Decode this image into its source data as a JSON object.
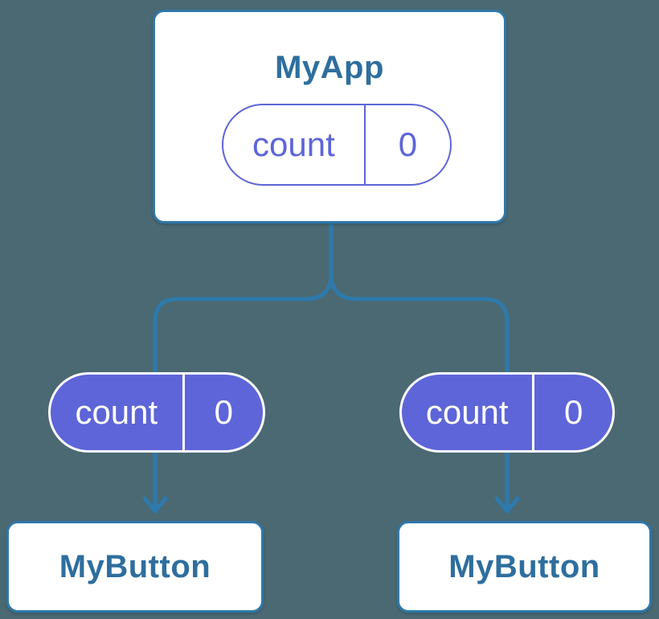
{
  "colors": {
    "bg": "#4b6972",
    "connector": "#2d7aad",
    "box_border": "#2e78aa",
    "title_text": "#2e6e9e",
    "purple": "#5d65d8",
    "pill_border": "#ffffff",
    "pill_text_filled": "#ffffff"
  },
  "diagram": {
    "type": "component-tree",
    "root": {
      "label": "MyApp",
      "state": {
        "key": "count",
        "value": "0"
      }
    },
    "children": [
      {
        "label": "MyButton",
        "state": {
          "key": "count",
          "value": "0"
        }
      },
      {
        "label": "MyButton",
        "state": {
          "key": "count",
          "value": "0"
        }
      }
    ]
  }
}
